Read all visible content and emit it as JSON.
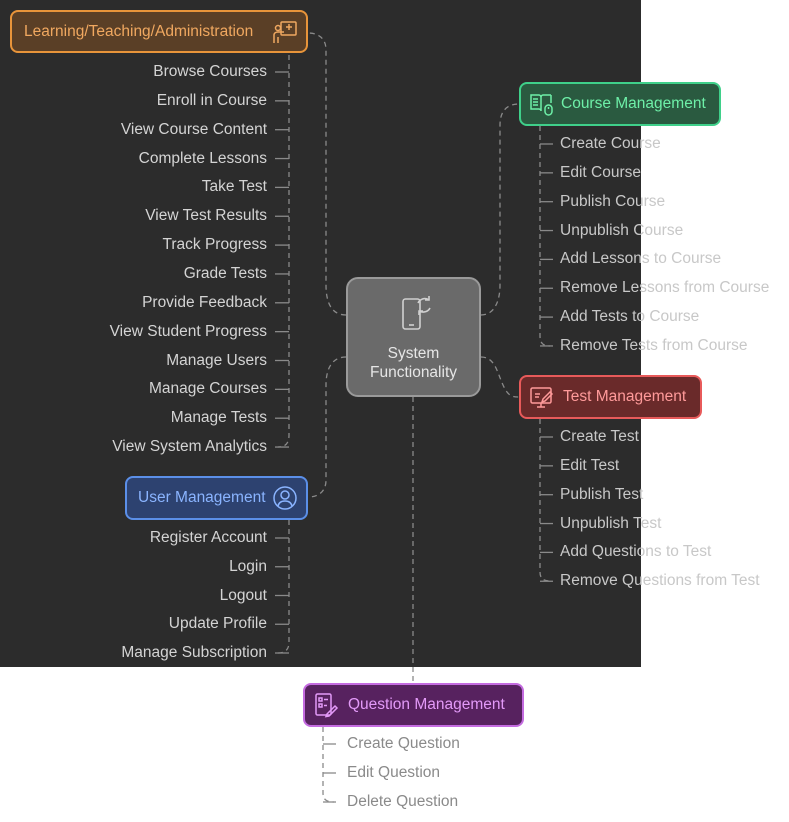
{
  "center": {
    "line1": "System",
    "line2": "Functionality",
    "icon": "phone-sync-icon"
  },
  "colors": {
    "background": "#2c2c2c",
    "learning": "#e8943a",
    "course": "#3fd08a",
    "test": "#e85a5a",
    "user": "#5b8fe8",
    "question": "#c46be0",
    "connector": "#8a8a8a"
  },
  "learning": {
    "label": "Learning/Teaching/Administration",
    "icon": "teacher-board-icon",
    "items": [
      "Browse Courses",
      "Enroll in Course",
      "View Course Content",
      "Complete Lessons",
      "Take Test",
      "View Test Results",
      "Track Progress",
      "Grade Tests",
      "Provide Feedback",
      "View Student Progress",
      "Manage Users",
      "Manage Courses",
      "Manage Tests",
      "View System Analytics"
    ]
  },
  "course": {
    "label": "Course Management",
    "icon": "book-mouse-icon",
    "items": [
      "Create Course",
      "Edit Course",
      "Publish Course",
      "Unpublish Course",
      "Add Lessons to Course",
      "Remove Lessons from Course",
      "Add Tests to Course",
      "Remove Tests from Course"
    ]
  },
  "test": {
    "label": "Test Management",
    "icon": "monitor-edit-icon",
    "items": [
      "Create Test",
      "Edit Test",
      "Publish Test",
      "Unpublish Test",
      "Add Questions to Test",
      "Remove Questions from Test"
    ]
  },
  "user": {
    "label": "User Management",
    "icon": "user-circle-icon",
    "items": [
      "Register Account",
      "Login",
      "Logout",
      "Update Profile",
      "Manage Subscription"
    ]
  },
  "question": {
    "label": "Question Management",
    "icon": "checklist-pen-icon",
    "items": [
      "Create Question",
      "Edit Question",
      "Delete Question"
    ]
  }
}
